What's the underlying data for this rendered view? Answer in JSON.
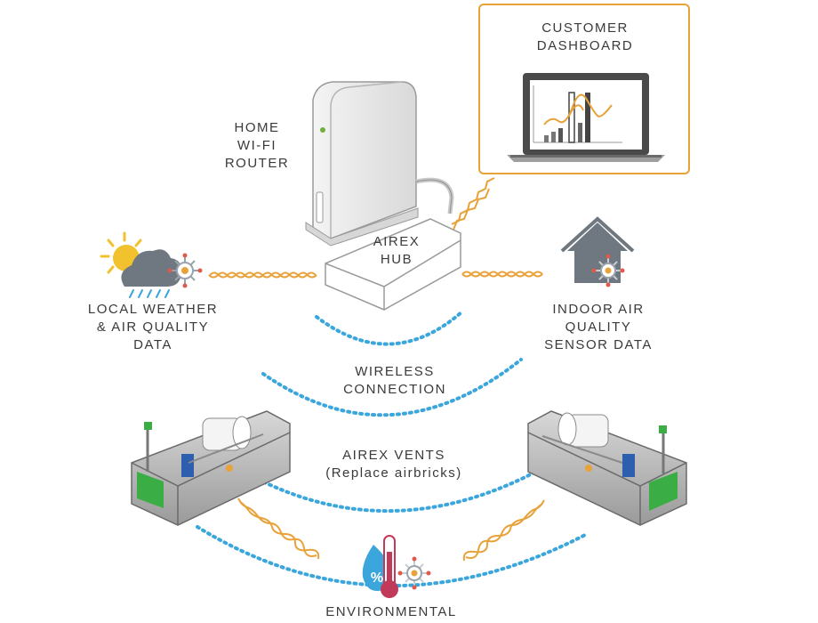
{
  "labels": {
    "customer_dashboard": [
      "CUSTOMER",
      "DASHBOARD"
    ],
    "router": [
      "HOME",
      "WI-FI",
      "ROUTER"
    ],
    "hub": [
      "AIREX",
      "HUB"
    ],
    "local_weather": [
      "LOCAL WEATHER",
      "& AIR QUALITY",
      "DATA"
    ],
    "indoor_air": [
      "INDOOR AIR",
      "QUALITY",
      "SENSOR DATA"
    ],
    "wireless": [
      "WIRELESS",
      "CONNECTION"
    ],
    "vents": [
      "AIREX VENTS",
      "(Replace airbricks)"
    ],
    "environmental": [
      "ENVIRONMENTAL"
    ]
  },
  "icons": {
    "weather": "sun-cloud-rain-virus-icon",
    "house": "house-virus-icon",
    "environment": "thermometer-drop-virus-icon",
    "dashboard": "laptop-chart-icon",
    "router": "router-icon",
    "hub": "hub-icon",
    "vent": "vent-device-icon"
  },
  "colors": {
    "accent_orange": "#e8a23a",
    "signal_blue": "#3aa6dc",
    "text": "#3a3a3a"
  }
}
